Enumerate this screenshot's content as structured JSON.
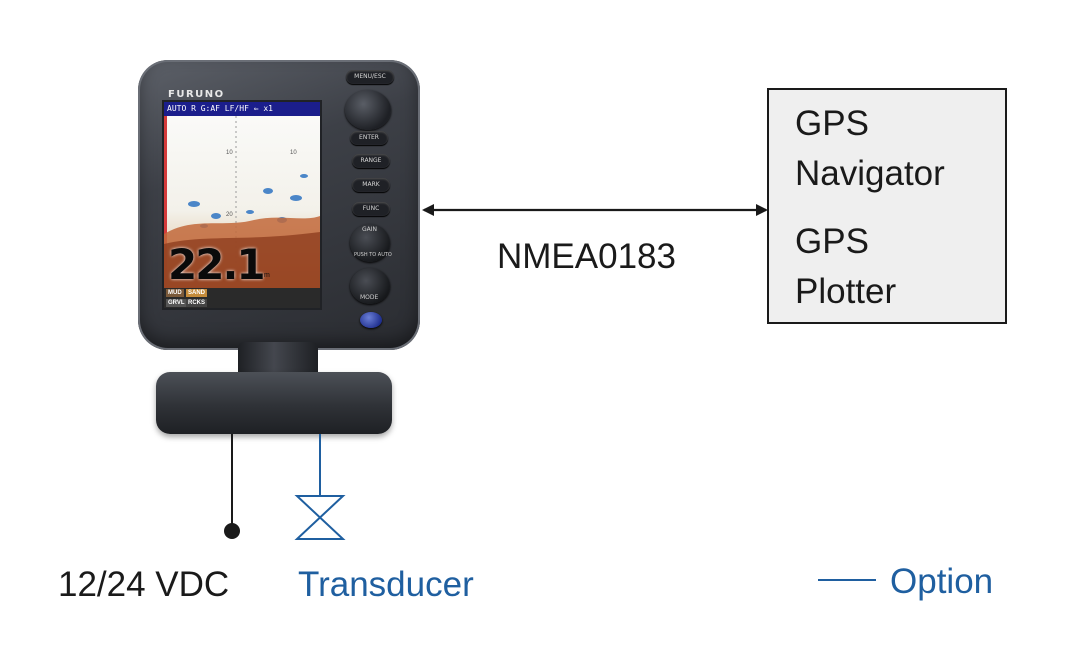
{
  "device": {
    "brand": "FURUNO",
    "screen_status": "AUTO R G:AF LF/HF ⇐ x1",
    "depth_reading": "22.1",
    "depth_unit": "m",
    "bottom_types": [
      "MUD",
      "SAND",
      "GRVL",
      "RCKS"
    ],
    "buttons": {
      "menu_esc": "MENU/ESC",
      "enter": "ENTER",
      "range": "RANGE",
      "mark": "MARK",
      "func": "FUNC",
      "gain": "GAIN",
      "gain_sub": "PUSH TO AUTO",
      "mode": "MODE"
    }
  },
  "connections": {
    "nmea_label": "NMEA0183",
    "power_label": "12/24 VDC",
    "transducer_label": "Transducer"
  },
  "gps_box": {
    "lines": [
      "GPS",
      "Navigator",
      "GPS",
      "Plotter"
    ]
  },
  "legend": {
    "option_label": "Option"
  },
  "colors": {
    "option_blue": "#1f5fa0",
    "line_black": "#1a1a1a",
    "box_fill": "#efefef"
  }
}
